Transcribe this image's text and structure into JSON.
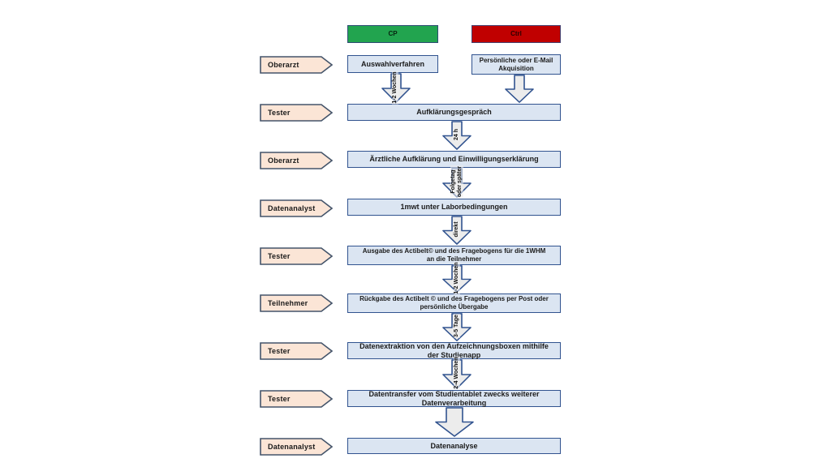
{
  "colors": {
    "box_fill": "#dbe5f2",
    "box_border": "#31538f",
    "role_fill": "#fbe5d6",
    "role_border": "#44546a",
    "cp_green": "#22a44f",
    "ctrl_red": "#c00000",
    "arrow_fill": "#ececec"
  },
  "headers": [
    {
      "label": "CP"
    },
    {
      "label": "Ctrl"
    }
  ],
  "roles": [
    {
      "label": "Oberarzt"
    },
    {
      "label": "Tester"
    },
    {
      "label": "Oberarzt"
    },
    {
      "label": "Datenanalyst"
    },
    {
      "label": "Tester"
    },
    {
      "label": "Teilnehmer"
    },
    {
      "label": "Tester"
    },
    {
      "label": "Tester"
    },
    {
      "label": "Datenanalyst"
    }
  ],
  "steps": {
    "cp_start": "Auswahlverfahren",
    "ctrl_start": "Persönliche oder E-Mail Akquisition",
    "s2": "Aufklärungsgespräch",
    "s3": "Ärztliche Aufklärung und Einwilligungserklärung",
    "s4": "1mwt unter Laborbedingungen",
    "s5": "Ausgabe des Actibelt© und des Fragebogens für die 1WHM an die Teilnehmer",
    "s6": "Rückgabe des Actibelt © und des Fragebogens per Post oder persönliche Übergabe",
    "s7": "Datenextraktion von den Aufzeichnungsboxen mithilfe der Studienapp",
    "s8": "Datentransfer vom Studientablet zwecks weiterer Datenverarbeitung",
    "s9": "Datenanalyse"
  },
  "durations": {
    "d1": "1-2 Wochen",
    "d2": "24 h",
    "d3": "Folgetag\noder später",
    "d4": "direkt",
    "d5": "1-2 Wochen",
    "d6": "3-5 Tage",
    "d7": "2-4 Wochen"
  }
}
